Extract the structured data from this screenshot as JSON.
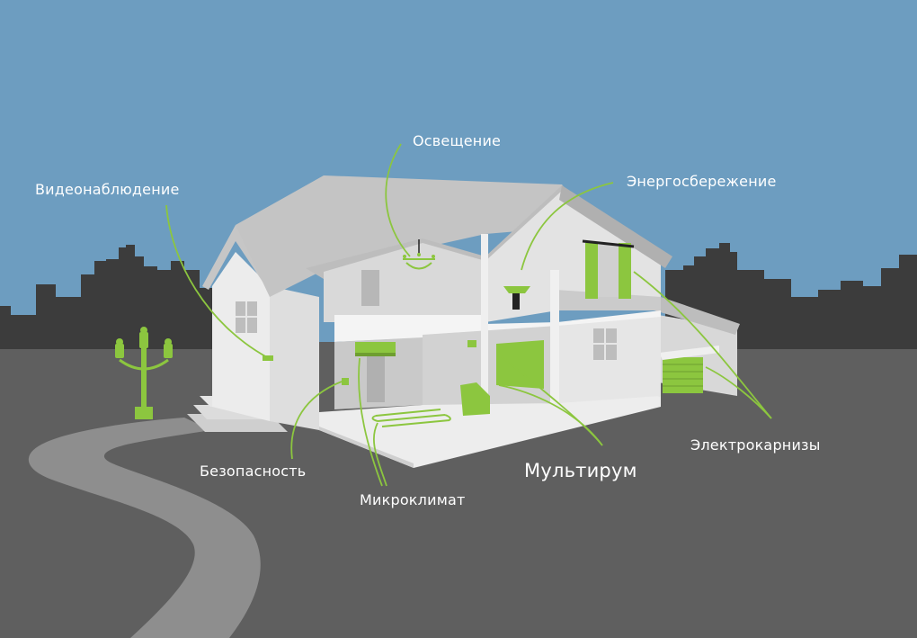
{
  "colors": {
    "sky": "#6d9dc0",
    "ground": "#5f5f5f",
    "city": "#3c3c3c",
    "road": "#8e8e8e",
    "wall": "#e6e6e6",
    "roof": "#bdbdbd",
    "accent": "#8cc63f",
    "text": "#ffffff"
  },
  "labels": {
    "lighting": "Освещение",
    "video": "Видеонаблюдение",
    "energy": "Энергосбережение",
    "security": "Безопасность",
    "climate": "Микроклимат",
    "multiroom": "Мультирум",
    "curtains": "Электрокарнизы"
  }
}
